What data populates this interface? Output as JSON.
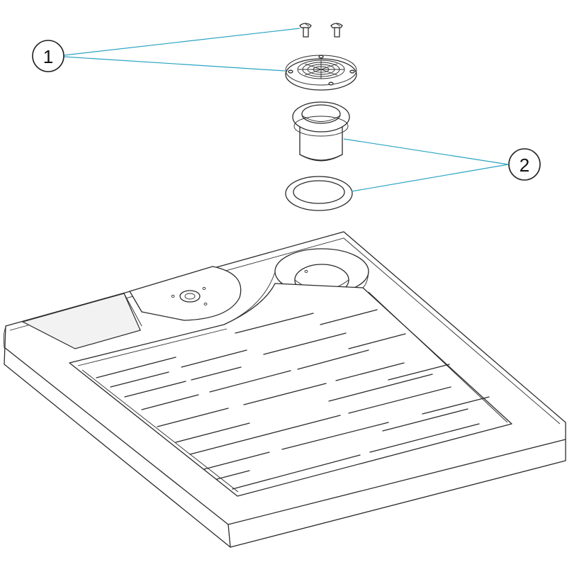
{
  "callouts": [
    {
      "id": "1",
      "label": "1"
    },
    {
      "id": "2",
      "label": "2"
    }
  ],
  "colors": {
    "leader": "#2aa3c2",
    "outline": "#2b2b2b"
  }
}
